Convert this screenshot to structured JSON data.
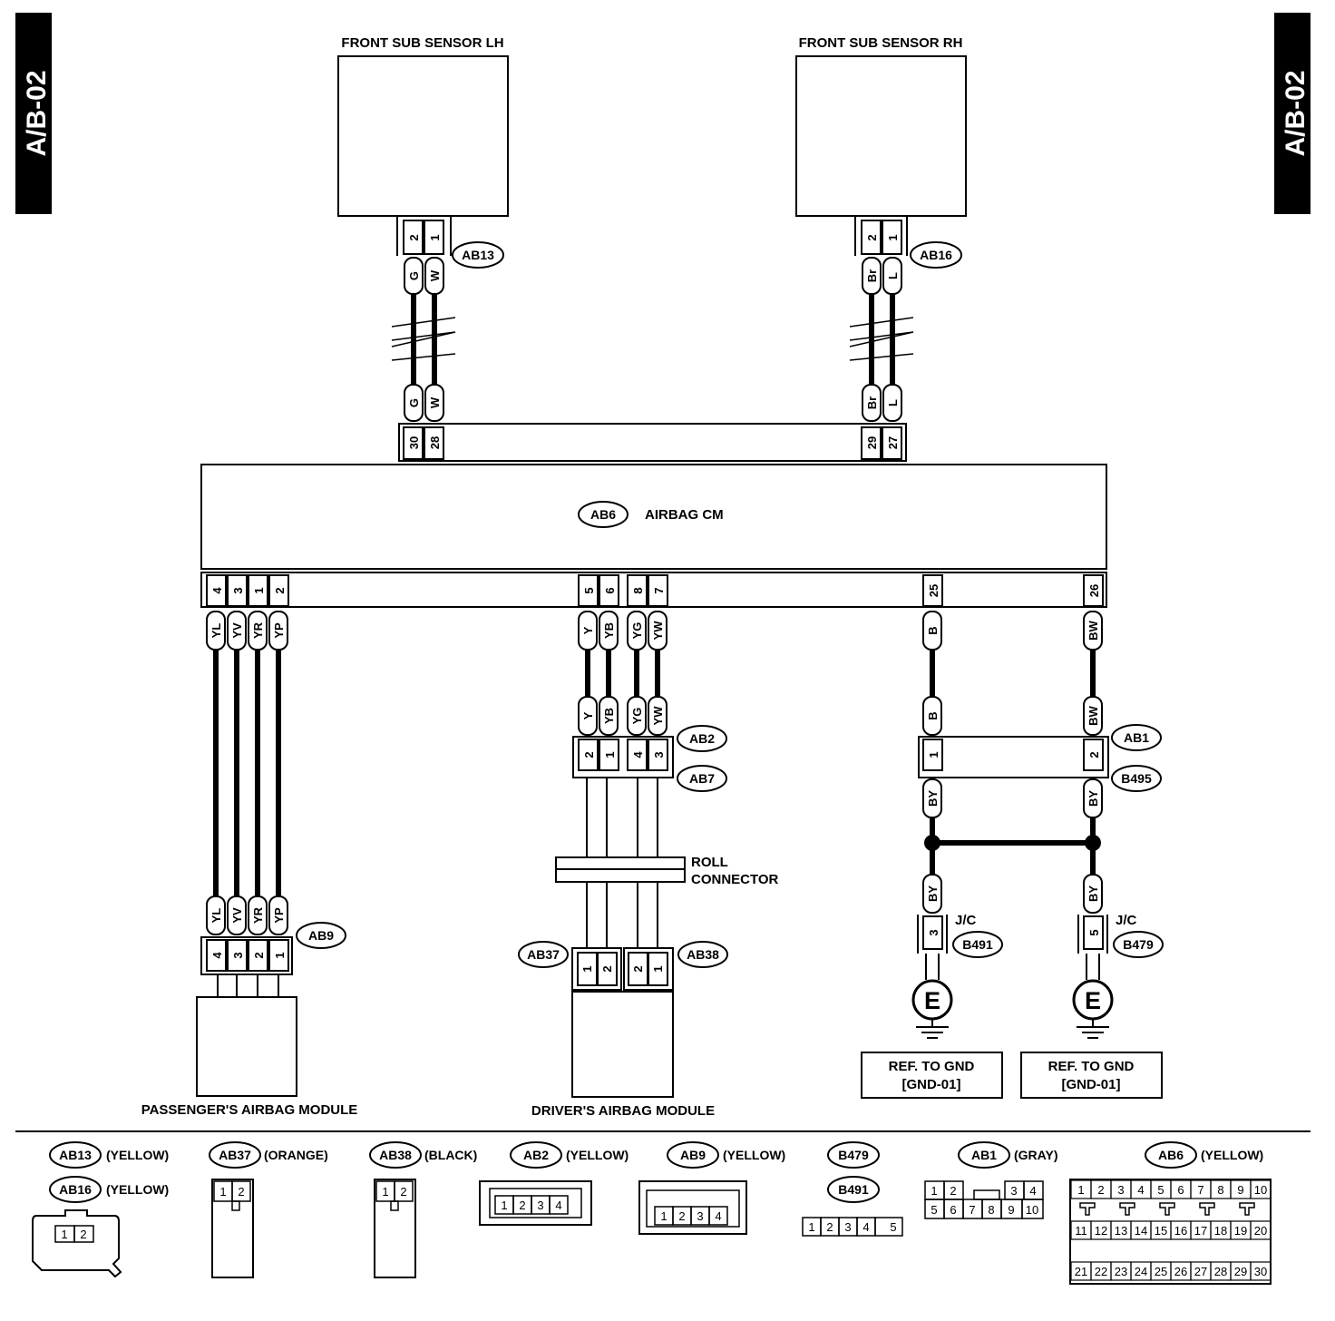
{
  "page_code": "A/B-02",
  "components": {
    "front_sub_sensor_lh": "FRONT SUB SENSOR LH",
    "front_sub_sensor_rh": "FRONT SUB SENSOR RH",
    "airbag_cm": "AIRBAG CM",
    "passenger_airbag_module": "PASSENGER'S AIRBAG MODULE",
    "driver_airbag_module": "DRIVER'S AIRBAG MODULE",
    "roll_connector_line1": "ROLL",
    "roll_connector_line2": "CONNECTOR",
    "jc": "J/C",
    "ground_symbol": "E",
    "ref_gnd_line1": "REF. TO GND",
    "ref_gnd_line2": "[GND-01]"
  },
  "connectors": {
    "AB13": "AB13",
    "AB16": "AB16",
    "AB6": "AB6",
    "AB2": "AB2",
    "AB7": "AB7",
    "AB1": "AB1",
    "B495": "B495",
    "AB9": "AB9",
    "AB37": "AB37",
    "AB38": "AB38",
    "B491": "B491",
    "B479": "B479"
  },
  "sensor_lh": {
    "pins": [
      "2",
      "1"
    ],
    "wires": [
      "G",
      "W"
    ]
  },
  "sensor_rh": {
    "pins": [
      "2",
      "1"
    ],
    "wires": [
      "Br",
      "L"
    ]
  },
  "cm_top_pins": [
    "30",
    "28",
    "29",
    "27"
  ],
  "cm_bottom": {
    "passenger_pins": [
      "4",
      "3",
      "1",
      "2"
    ],
    "driver_pins": [
      "5",
      "6",
      "8",
      "7"
    ],
    "ground_pins": [
      "25",
      "26"
    ]
  },
  "passenger_wires": [
    "YL",
    "YV",
    "YR",
    "YP"
  ],
  "passenger_module_pins": [
    "4",
    "3",
    "2",
    "1"
  ],
  "driver_wires": [
    "Y",
    "YB",
    "YG",
    "YW"
  ],
  "ab2_pins": [
    "2",
    "1",
    "4",
    "3"
  ],
  "ab37_pins": [
    "1",
    "2"
  ],
  "ab38_pins": [
    "2",
    "1"
  ],
  "ground_wires_top": [
    "B",
    "BW"
  ],
  "ab1_pins": [
    "1",
    "2"
  ],
  "ground_wires_bottom": [
    "BY",
    "BY"
  ],
  "jc_pins": [
    "3",
    "5"
  ],
  "legend": {
    "ab13": {
      "code": "AB13",
      "color": "(YELLOW)"
    },
    "ab16": {
      "code": "AB16",
      "color": "(YELLOW)"
    },
    "ab37": {
      "code": "AB37",
      "color": "(ORANGE)"
    },
    "ab38": {
      "code": "AB38",
      "color": "(BLACK)"
    },
    "ab2": {
      "code": "AB2",
      "color": "(YELLOW)"
    },
    "ab9": {
      "code": "AB9",
      "color": "(YELLOW)"
    },
    "b479": {
      "code": "B479"
    },
    "b491": {
      "code": "B491"
    },
    "ab1": {
      "code": "AB1",
      "color": "(GRAY)"
    },
    "ab6": {
      "code": "AB6",
      "color": "(YELLOW)"
    },
    "face_ab13": [
      "1",
      "2"
    ],
    "face_ab37": [
      "1",
      "2"
    ],
    "face_ab38": [
      "1",
      "2"
    ],
    "face_ab2": [
      "1",
      "2",
      "3",
      "4"
    ],
    "face_ab9": [
      "1",
      "2",
      "3",
      "4"
    ],
    "face_b479": [
      "1",
      "2",
      "3",
      "4",
      "5"
    ],
    "face_ab1_row1": [
      "1",
      "2",
      "3",
      "4"
    ],
    "face_ab1_row2": [
      "5",
      "6",
      "7",
      "8",
      "9",
      "10"
    ],
    "face_ab6_row1": [
      "1",
      "2",
      "3",
      "4",
      "5",
      "6",
      "7",
      "8",
      "9",
      "10"
    ],
    "face_ab6_row2": [
      "11",
      "12",
      "13",
      "14",
      "15",
      "16",
      "17",
      "18",
      "19",
      "20"
    ],
    "face_ab6_row3": [
      "21",
      "22",
      "23",
      "24",
      "25",
      "26",
      "27",
      "28",
      "29",
      "30"
    ]
  }
}
